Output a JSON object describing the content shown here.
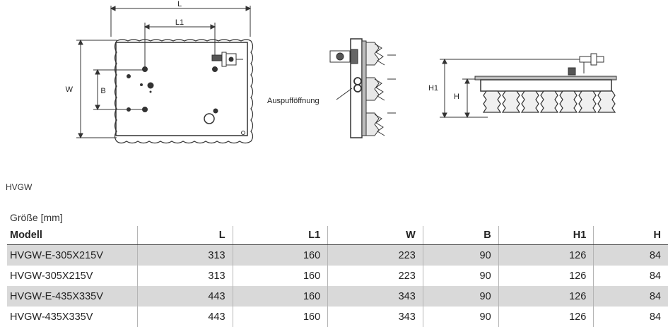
{
  "drawing": {
    "dim_L": "L",
    "dim_L1": "L1",
    "dim_W": "W",
    "dim_B": "B",
    "dim_H1": "H1",
    "dim_H": "H",
    "exhaust_label": "Auspufföffnung"
  },
  "series": "HVGW",
  "size_label": "Größe [mm]",
  "table": {
    "headers": [
      "Modell",
      "L",
      "L1",
      "W",
      "B",
      "H1",
      "H"
    ],
    "rows": [
      [
        "HVGW-E-305X215V",
        "313",
        "160",
        "223",
        "90",
        "126",
        "84"
      ],
      [
        "HVGW-305X215V",
        "313",
        "160",
        "223",
        "90",
        "126",
        "84"
      ],
      [
        "HVGW-E-435X335V",
        "443",
        "160",
        "343",
        "90",
        "126",
        "84"
      ],
      [
        "HVGW-435X335V",
        "443",
        "160",
        "343",
        "90",
        "126",
        "84"
      ]
    ]
  }
}
